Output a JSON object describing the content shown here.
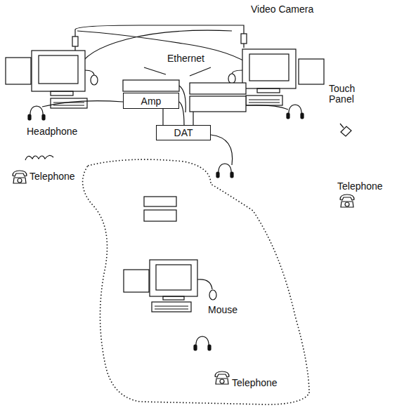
{
  "diagram": {
    "nodes": [
      {
        "text": [
          "Amp"
        ]
      },
      {
        "text": [
          "DAT"
        ]
      }
    ],
    "edges": [
      {
        "from": 0,
        "to": 1,
        "arrow": "none"
      }
    ],
    "labels": [
      "Video Camera",
      "Ethernet",
      "Touch Panel",
      "Headphone",
      "Telephone",
      "Telephone",
      "Mouse",
      "Telephone"
    ]
  }
}
